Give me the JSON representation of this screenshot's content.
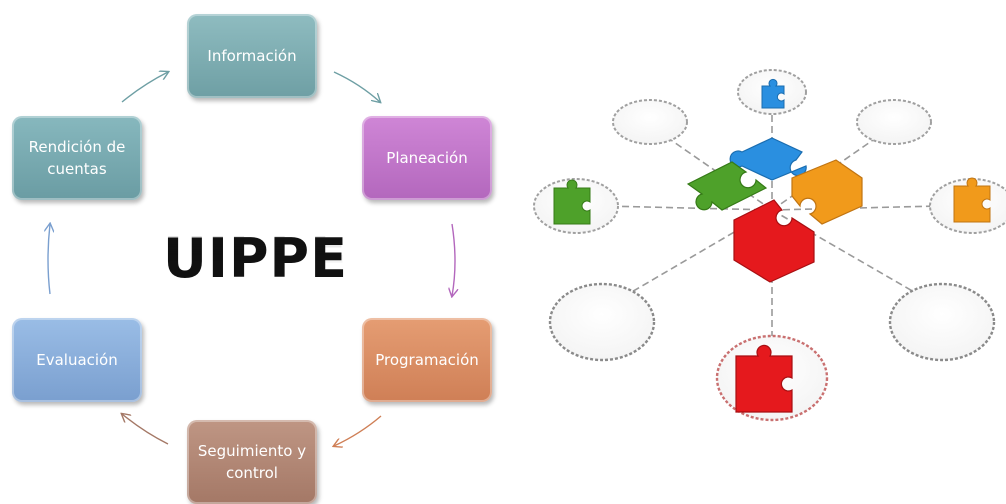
{
  "cycle": {
    "title": "UIPPE",
    "steps": [
      {
        "label": "Información",
        "color": "#7eacb0"
      },
      {
        "label": "Planeación",
        "color": "#c077c9"
      },
      {
        "label": "Programación",
        "color": "#dc8c64"
      },
      {
        "label": "Seguimiento y\ncontrol",
        "color": "#b08674"
      },
      {
        "label": "Evaluación",
        "color": "#8aaedb"
      },
      {
        "label": "Rendición de\ncuentas",
        "color": "#78aab0"
      }
    ]
  },
  "puzzle": {
    "pieces": [
      {
        "icon": "blue-puzzle-piece-icon",
        "color": "#2a8fe0"
      },
      {
        "icon": "green-puzzle-piece-icon",
        "color": "#4ea12a"
      },
      {
        "icon": "orange-puzzle-piece-icon",
        "color": "#f19a1b"
      },
      {
        "icon": "red-puzzle-piece-icon",
        "color": "#e5191d"
      }
    ]
  }
}
